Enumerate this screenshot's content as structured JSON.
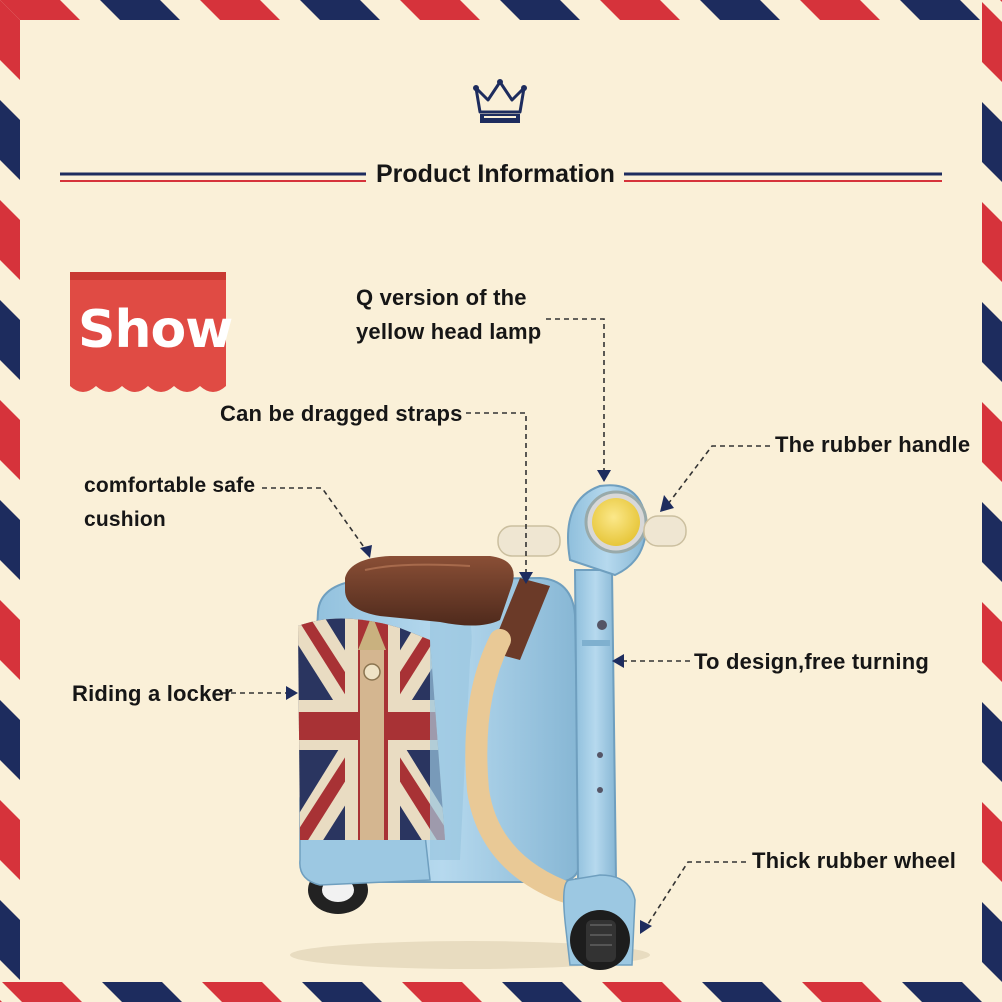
{
  "header": {
    "title": "Product Information"
  },
  "badge": {
    "text": "Show"
  },
  "callouts": {
    "head_lamp": "Q version of the\nyellow head lamp",
    "straps": "Can be dragged straps",
    "handle": "The rubber handle",
    "cushion": "comfortable safe\ncushion",
    "locker": "Riding a locker",
    "turning": "To design,free turning",
    "wheel": "Thick rubber wheel"
  },
  "icons": {
    "crown": "crown-icon"
  },
  "colors": {
    "background": "#faf0d8",
    "border_red": "#d6333b",
    "border_navy": "#1d2c5e",
    "badge_red": "#e04b44",
    "body_blue": "#a9cfe6",
    "seat_brown": "#6b3a28",
    "lamp_yellow": "#f2d84e"
  }
}
